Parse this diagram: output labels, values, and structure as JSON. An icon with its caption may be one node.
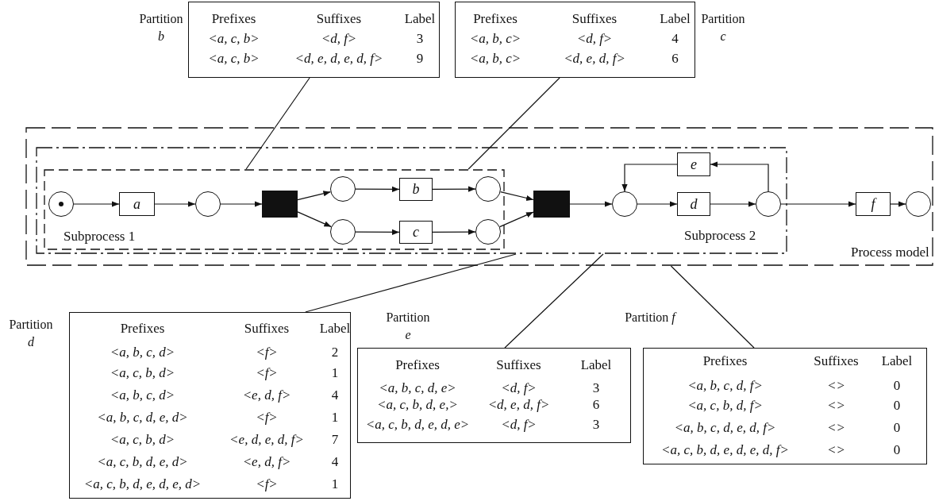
{
  "diagram": {
    "nodes": [
      {
        "text": [
          "Process model"
        ]
      },
      {
        "text": [
          "Subprocess 2"
        ],
        "in": 0
      },
      {
        "text": [
          "Subprocess 1"
        ],
        "in": 1
      },
      {
        "text": [],
        "shape": "circle",
        "in": 2
      },
      {
        "text": [
          "a"
        ],
        "in": 2
      },
      {
        "text": [],
        "shape": "circle",
        "in": 2
      },
      {
        "text": [],
        "shape": "box",
        "in": 2
      },
      {
        "text": [],
        "shape": "circle",
        "in": 2
      },
      {
        "text": [
          "b"
        ],
        "in": 2
      },
      {
        "text": [],
        "shape": "circle",
        "in": 2
      },
      {
        "text": [],
        "shape": "circle",
        "in": 2
      },
      {
        "text": [
          "c"
        ],
        "in": 2
      },
      {
        "text": [],
        "shape": "circle",
        "in": 2
      },
      {
        "text": [],
        "shape": "box",
        "in": 1
      },
      {
        "text": [],
        "shape": "circle",
        "in": 1
      },
      {
        "text": [
          "d"
        ],
        "in": 1
      },
      {
        "text": [],
        "shape": "circle",
        "in": 1
      },
      {
        "text": [
          "e"
        ],
        "in": 1
      },
      {
        "text": [
          "f"
        ],
        "in": 0
      },
      {
        "text": [],
        "shape": "circle",
        "in": 0
      },
      {
        "text": [
          "Partition *b*",
          "Prefixes",
          "Suffixes",
          "Label",
          "<a, c, b>",
          "<d, f>",
          "3",
          "<a, c, b>",
          "<d, e, d, e, d, f>",
          "9"
        ]
      },
      {
        "text": [
          "Partition *c*",
          "Prefixes",
          "Suffixes",
          "Label",
          "<a, b, c>",
          "<d, f>",
          "4",
          "<a, b, c>",
          "<d, e, d, f>",
          "6"
        ]
      },
      {
        "text": [
          "Partition *d*",
          "Prefixes",
          "Suffixes",
          "Label",
          "<a, b, c, d>",
          "<f>",
          "2",
          "<a, c, b, d>",
          "<f>",
          "1",
          "<a, b, c, d>",
          "<e, d, f>",
          "4",
          "<a, b, c, d, e, d>",
          "<f>",
          "1",
          "<a, c, b, d>",
          "<e, d, e, d, f>",
          "7",
          "<a, c, b, d, e, d>",
          "<e, d, f>",
          "4",
          "<a, c, b, d, e, d, e, d>",
          "<f>",
          "1"
        ]
      },
      {
        "text": [
          "Partition *e*",
          "Prefixes",
          "Suffixes",
          "Label",
          "<a, b, c, d, e>",
          "<d, f>",
          "3",
          "<a, c, b, d, e,>",
          "<d, e, d, f>",
          "6",
          "<a, c, b, d, e, d, e>",
          "<d, f>",
          "3"
        ]
      },
      {
        "text": [
          "Partition *f*",
          "Prefixes",
          "Suffixes",
          "Label",
          "<a, b, c, d, f>",
          "<>",
          "0",
          "<a, c, b, d, f>",
          "<>",
          "0",
          "<a, b, c, d, e, d, f>",
          "<>",
          "0",
          "<a, c, b, d, e, d, e, d, f>",
          "<>",
          "0"
        ]
      }
    ],
    "edges": [
      {
        "from": 3,
        "to": 4,
        "arrow": "to"
      },
      {
        "from": 4,
        "to": 5,
        "arrow": "to"
      },
      {
        "from": 5,
        "to": 6,
        "arrow": "to"
      },
      {
        "from": 6,
        "to": 7,
        "arrow": "to"
      },
      {
        "from": 6,
        "to": 10,
        "arrow": "to"
      },
      {
        "from": 7,
        "to": 8,
        "arrow": "to"
      },
      {
        "from": 8,
        "to": 9,
        "arrow": "to"
      },
      {
        "from": 10,
        "to": 11,
        "arrow": "to"
      },
      {
        "from": 11,
        "to": 12,
        "arrow": "to"
      },
      {
        "from": 9,
        "to": 13,
        "arrow": "to"
      },
      {
        "from": 12,
        "to": 13,
        "arrow": "to"
      },
      {
        "from": 13,
        "to": 14,
        "arrow": "to"
      },
      {
        "from": 14,
        "to": 15,
        "arrow": "to"
      },
      {
        "from": 15,
        "to": 16,
        "arrow": "to"
      },
      {
        "from": 16,
        "to": 17,
        "arrow": "to"
      },
      {
        "from": 17,
        "to": 14,
        "arrow": "to"
      },
      {
        "from": 16,
        "to": 18,
        "arrow": "to"
      },
      {
        "from": 18,
        "to": 19,
        "arrow": "to"
      },
      {
        "from": 20,
        "to": 2,
        "arrow": "none"
      },
      {
        "from": 21,
        "to": 2,
        "arrow": "none"
      },
      {
        "from": 22,
        "to": 1,
        "arrow": "none"
      },
      {
        "from": 23,
        "to": 1,
        "arrow": "none"
      },
      {
        "from": 24,
        "to": 0,
        "arrow": "none"
      }
    ]
  }
}
